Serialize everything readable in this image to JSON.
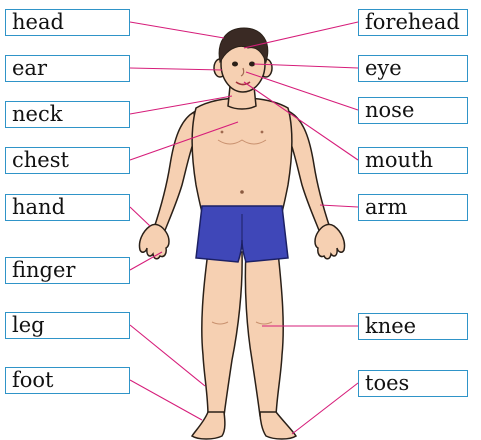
{
  "labels_left": [
    "head",
    "ear",
    "neck",
    "chest",
    "hand",
    "finger",
    "leg",
    "foot"
  ],
  "labels_right": [
    "forehead",
    "eye",
    "nose",
    "mouth",
    "arm",
    "knee",
    "toes"
  ],
  "colors": {
    "box_border": "#2f94c8",
    "leader_line": "#d61d7a",
    "skin": "#f6d0b2",
    "skin_shadow": "#e7b092",
    "hair": "#3a2a24",
    "shorts": "#3f47b8",
    "outline": "#2a2018"
  }
}
